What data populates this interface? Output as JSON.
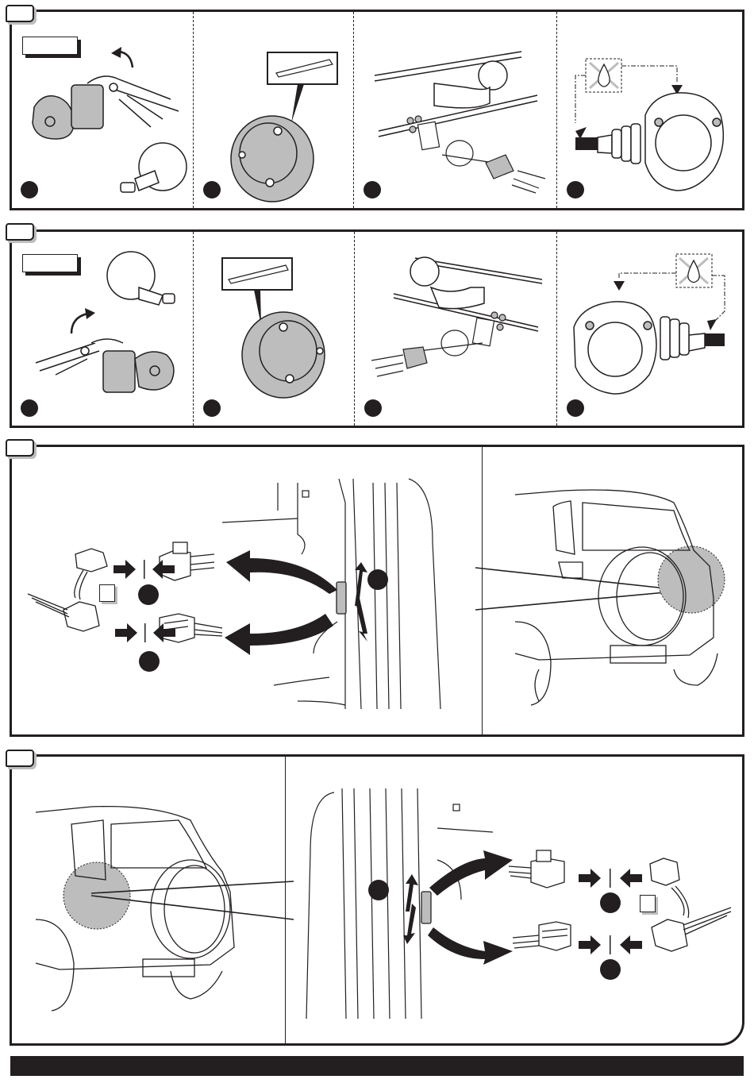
{
  "document": {
    "type": "installation instruction sheet (towbar wiring / 13-pin socket)",
    "colors": {
      "ink": "#231f20",
      "fill_gray": "#bdbdbd",
      "paper": "#ffffff"
    }
  },
  "sections": [
    {
      "id": "section-1",
      "step_label": "",
      "panels": [
        {
          "id": "1a",
          "label_box": "",
          "content": "remove-protective-cap-with-pliers"
        },
        {
          "id": "1b",
          "content": "cut-socket-housing-with-knife"
        },
        {
          "id": "1c",
          "content": "mount-socket-bracket-to-towbar"
        },
        {
          "id": "1d",
          "content": "no-grease-on-socket"
        }
      ]
    },
    {
      "id": "section-2",
      "step_label": "",
      "panels": [
        {
          "id": "2a",
          "label_box": "",
          "content": "remove-protective-cap-with-pliers-mirrored"
        },
        {
          "id": "2b",
          "content": "cut-socket-housing-with-knife-mirrored"
        },
        {
          "id": "2c",
          "content": "mount-socket-bracket-to-towbar-mirrored"
        },
        {
          "id": "2d",
          "content": "no-grease-on-socket-mirrored"
        }
      ]
    },
    {
      "id": "section-3",
      "step_label": "",
      "panels": [
        {
          "id": "3a",
          "content": "left-side-connectors-plug-in",
          "square_label": ""
        },
        {
          "id": "3b",
          "content": "vehicle-rear-view-left-light"
        }
      ]
    },
    {
      "id": "section-4",
      "step_label": "",
      "panels": [
        {
          "id": "4a",
          "content": "vehicle-rear-view-right-light"
        },
        {
          "id": "4b",
          "content": "right-side-connectors-plug-in",
          "square_label": ""
        }
      ]
    }
  ],
  "footer": {
    "text": ""
  }
}
